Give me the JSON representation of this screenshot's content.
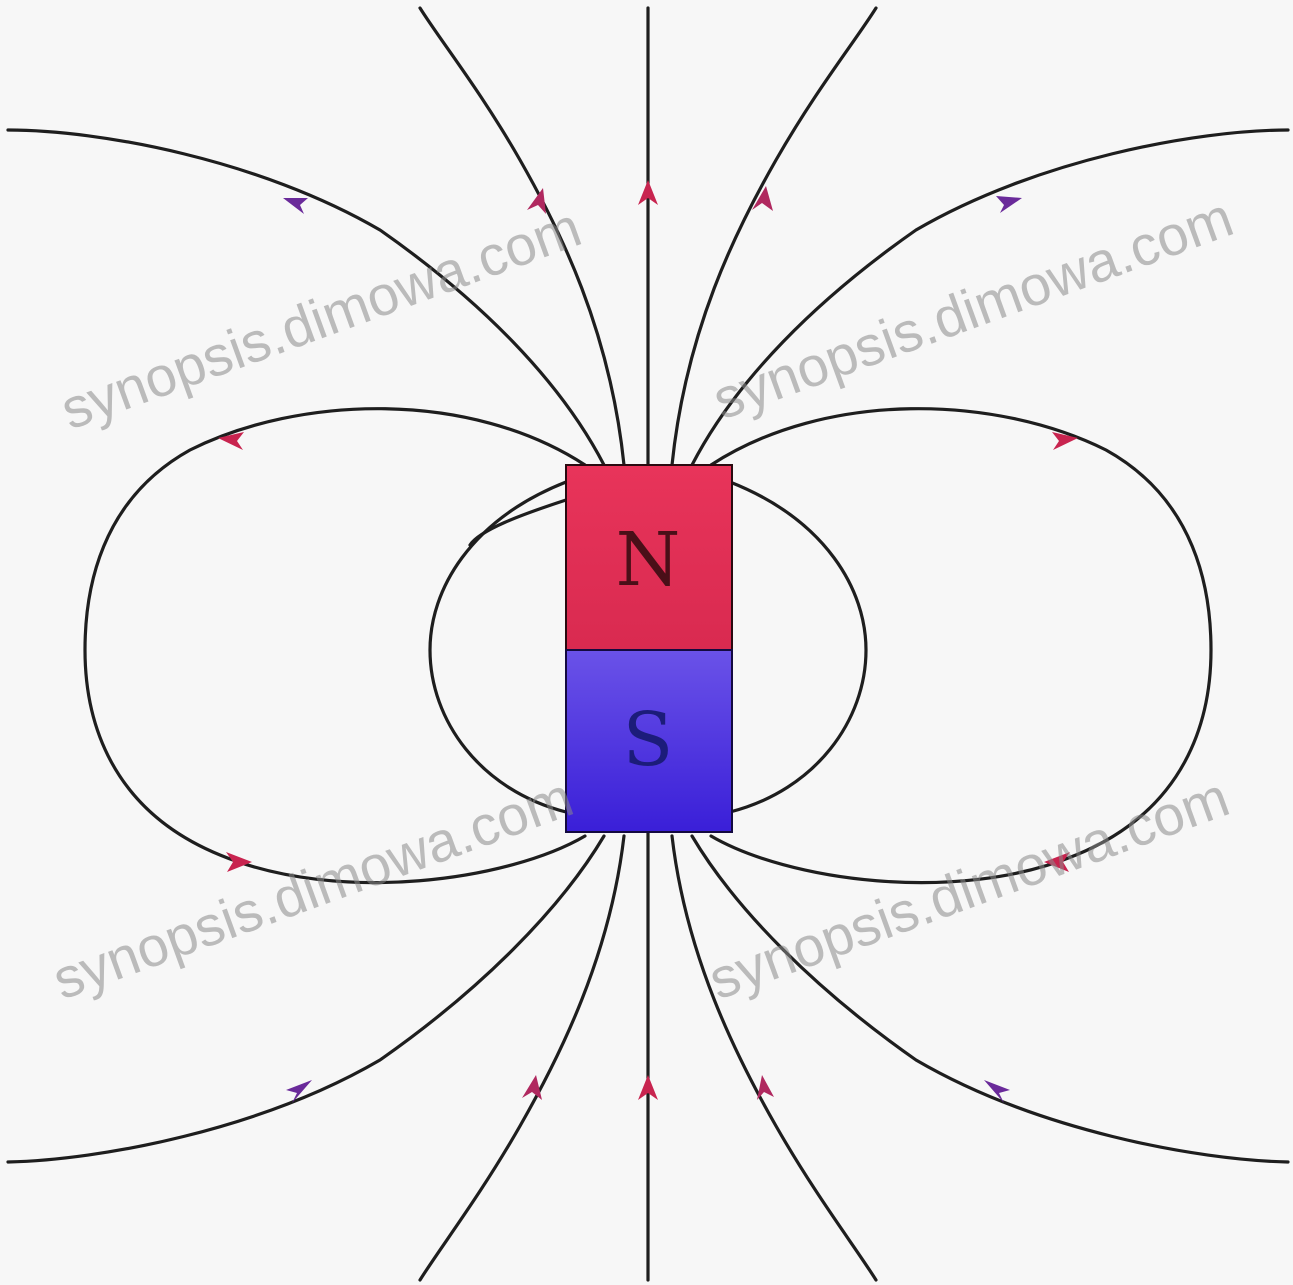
{
  "colors": {
    "background": "#f7f7f7",
    "field_line": "#1e1e1e",
    "north_pole": "#e23a5c",
    "south_pole": "#4a2fd8",
    "arrow_north_side": "#c8244f",
    "arrow_mid": "#8a2a78",
    "arrow_south_side": "#6a2a9a",
    "north_label": "#4a0f18",
    "south_label": "#1c1c7a"
  },
  "magnet": {
    "north_label": "N",
    "south_label": "S"
  },
  "watermark_text": "synopsis.dimowa.com",
  "icons": {
    "arrowhead": "field-direction-arrow-icon"
  }
}
